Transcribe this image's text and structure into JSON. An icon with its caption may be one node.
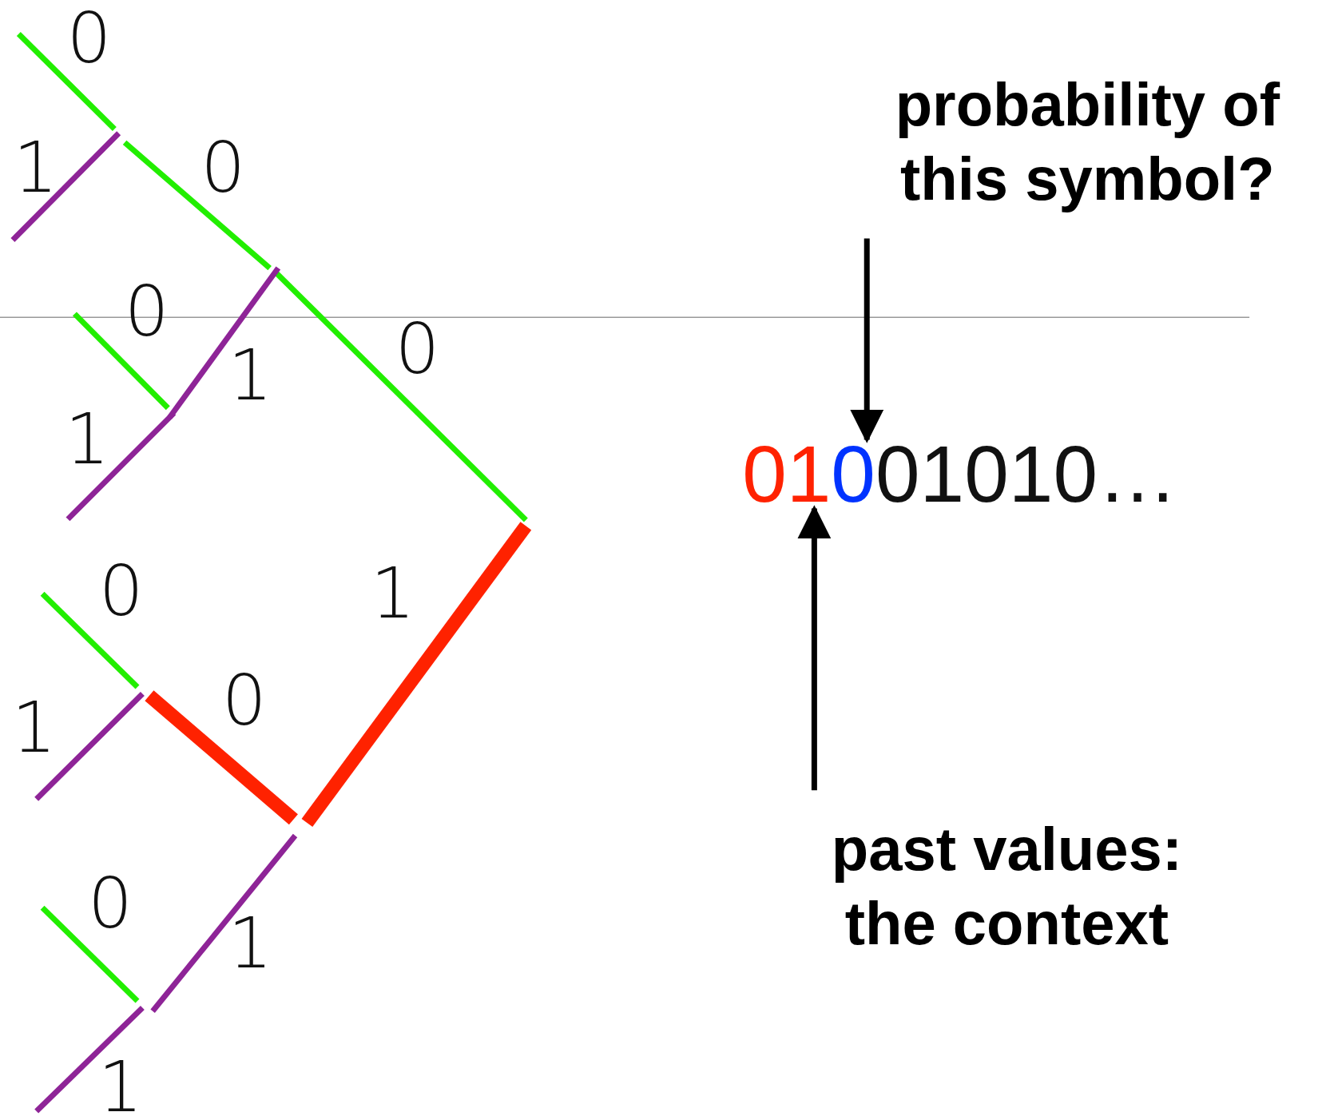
{
  "diagram": {
    "nodes": [
      {
        "text": [
          "probability of this symbol?"
        ]
      },
      {
        "text": [
          "01",
          "0",
          "01010…"
        ]
      },
      {
        "text": [
          "past values: the context"
        ]
      }
    ],
    "edges": [
      {
        "from": 0,
        "to": 1,
        "arrow": "to"
      },
      {
        "from": 2,
        "to": 1,
        "arrow": "to"
      }
    ],
    "labels": [
      "0",
      "1",
      "0",
      "0",
      "1",
      "0",
      "1",
      "0",
      "1",
      "0",
      "1",
      "0",
      "1",
      "1"
    ]
  }
}
